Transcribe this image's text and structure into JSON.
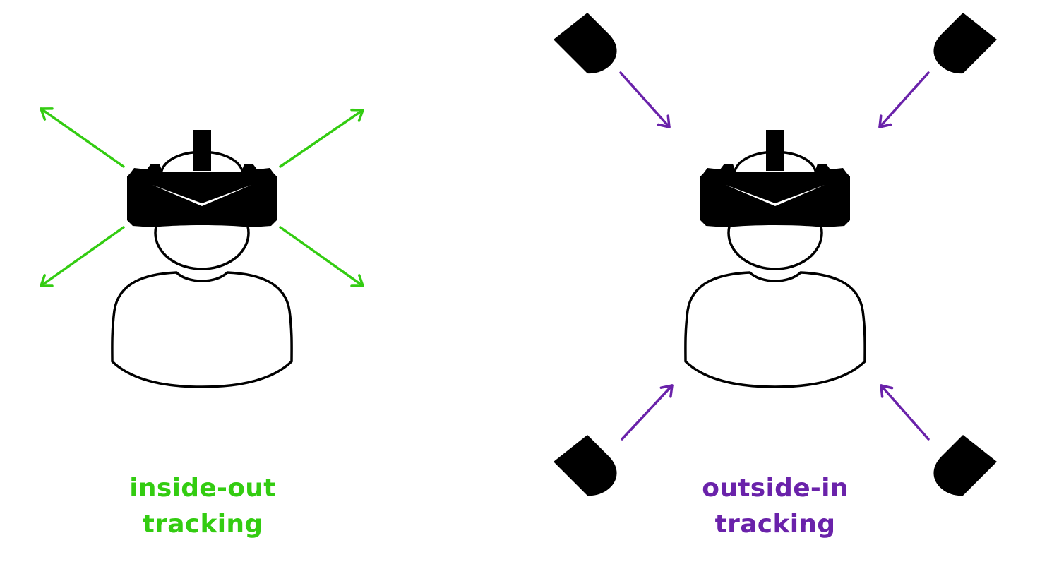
{
  "colors": {
    "inside_out": "#33cc11",
    "outside_in": "#6a22aa",
    "figure": "#000000",
    "background": "#ffffff"
  },
  "panels": {
    "inside_out": {
      "caption_line1": "inside-out",
      "caption_line2": "tracking",
      "icons": [
        "person-icon",
        "vr-headset-icon"
      ],
      "arrow_direction": "outward"
    },
    "outside_in": {
      "caption_line1": "outside-in",
      "caption_line2": "tracking",
      "icons": [
        "person-icon",
        "vr-headset-icon",
        "sensor-icon"
      ],
      "arrow_direction": "inward"
    }
  }
}
